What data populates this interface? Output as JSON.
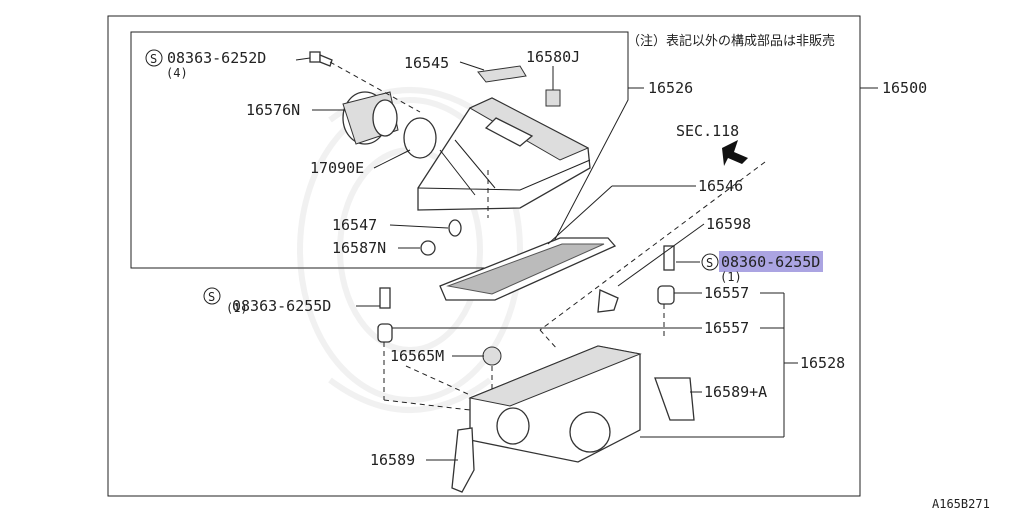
{
  "note": "（注）表記以外の構成部品は非販売",
  "figure_id": "A165B271",
  "section_ref": "SEC.118",
  "screw_symbol": "S",
  "labels": {
    "p16500": "16500",
    "p16526": "16526",
    "p16528": "16528",
    "p16545": "16545",
    "p16580J": "16580J",
    "p16576N": "16576N",
    "p17090E": "17090E",
    "p16547": "16547",
    "p16587N": "16587N",
    "p16546": "16546",
    "p16598": "16598",
    "p16557a": "16557",
    "p16557b": "16557",
    "p16565M": "16565M",
    "p16589A": "16589+A",
    "p16589": "16589",
    "s1_part": "08363-6252D",
    "s1_qty": "(4)",
    "s2_part": "08360-6255D",
    "s2_qty": "(1)",
    "s3_part": "08363-6255D",
    "s3_qty": "(1)"
  },
  "colors": {
    "highlight": "#8f86d8",
    "line": "#222222"
  }
}
